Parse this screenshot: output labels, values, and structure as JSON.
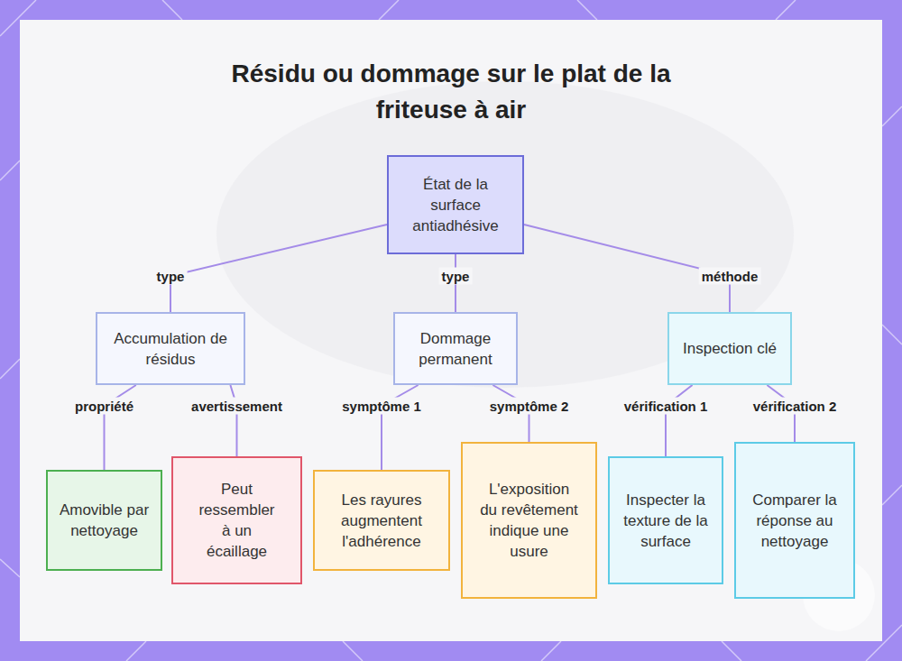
{
  "diagram": {
    "title": "Résidu ou dommage sur le plat de la friteuse à air",
    "nodes": [
      {
        "text": [
          "État de la surface antiadhésive"
        ]
      },
      {
        "text": [
          "Accumulation de résidus"
        ]
      },
      {
        "text": [
          "Dommage permanent"
        ]
      },
      {
        "text": [
          "Inspection clé"
        ]
      },
      {
        "text": [
          "Amovible par nettoyage"
        ]
      },
      {
        "text": [
          "Peut ressembler à un écaillage"
        ]
      },
      {
        "text": [
          "Les rayures augmentent l'adhérence"
        ]
      },
      {
        "text": [
          "L'exposition du revêtement indique une usure"
        ]
      },
      {
        "text": [
          "Inspecter la texture de la surface"
        ]
      },
      {
        "text": [
          "Comparer la réponse au nettoyage"
        ]
      }
    ],
    "edges": [
      {
        "from": 0,
        "to": 1,
        "label": "type",
        "arrow": "none"
      },
      {
        "from": 0,
        "to": 2,
        "label": "type",
        "arrow": "none"
      },
      {
        "from": 0,
        "to": 3,
        "label": "méthode",
        "arrow": "none"
      },
      {
        "from": 1,
        "to": 4,
        "label": "propriété",
        "arrow": "none"
      },
      {
        "from": 1,
        "to": 5,
        "label": "avertissement",
        "arrow": "none"
      },
      {
        "from": 2,
        "to": 6,
        "label": "symptôme 1",
        "arrow": "none"
      },
      {
        "from": 2,
        "to": 7,
        "label": "symptôme 2",
        "arrow": "none"
      },
      {
        "from": 3,
        "to": 8,
        "label": "vérification 1",
        "arrow": "none"
      },
      {
        "from": 3,
        "to": 9,
        "label": "vérification 2",
        "arrow": "none"
      }
    ]
  }
}
